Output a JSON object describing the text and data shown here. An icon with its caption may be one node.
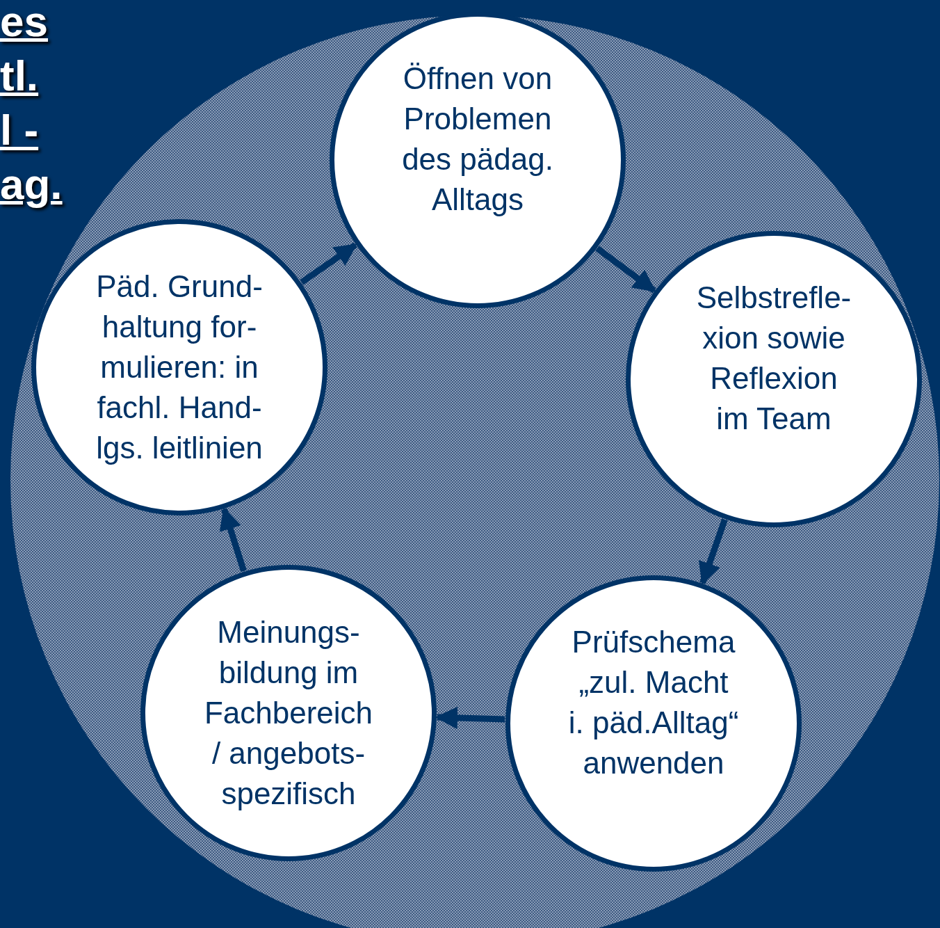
{
  "diagram": {
    "nodes": [
      {
        "text": [
          "Öffnen von Problemen des pädag. Alltags"
        ]
      },
      {
        "text": [
          "Selbstrefle- xion sowie Reflexion im Team"
        ]
      },
      {
        "text": [
          "Prüfschema „zul. Macht i. päd.Alltag“ anwenden"
        ]
      },
      {
        "text": [
          "Meinungs- bildung im Fachbereich / angebots- spezifisch"
        ]
      },
      {
        "text": [
          "Päd. Grund- haltung for- mulieren: in fachl. Hand- lgs. leitlinien"
        ]
      }
    ],
    "edges": [
      {
        "from": 4,
        "to": 0,
        "arrow": "to"
      },
      {
        "from": 0,
        "to": 1,
        "arrow": "to"
      },
      {
        "from": 1,
        "to": 2,
        "arrow": "to"
      },
      {
        "from": 2,
        "to": 3,
        "arrow": "to"
      },
      {
        "from": 3,
        "to": 4,
        "arrow": "to"
      }
    ],
    "labels": [
      "es",
      "tl.",
      "l -",
      "ag."
    ]
  }
}
